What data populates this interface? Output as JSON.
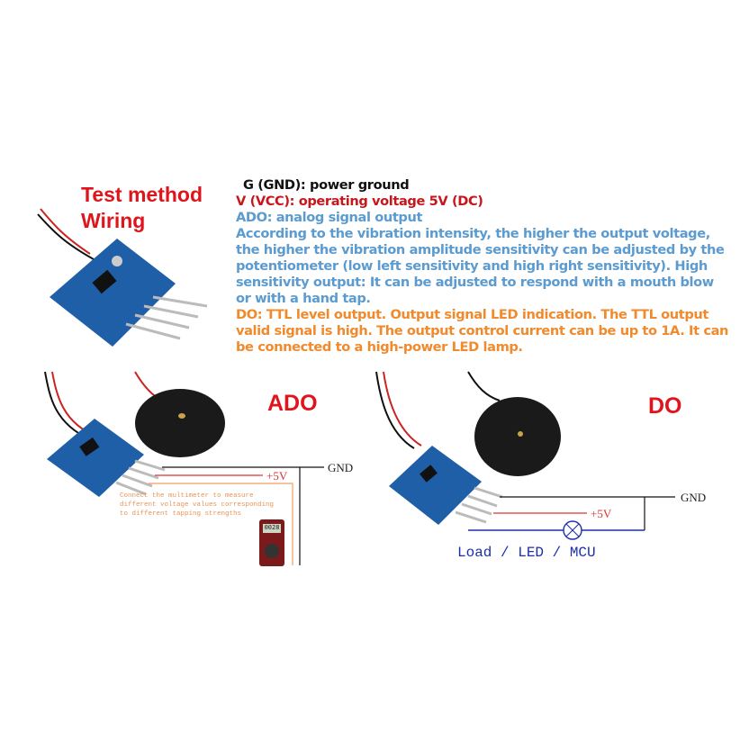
{
  "header": {
    "title_line1": "Test method",
    "title_line2": "Wiring"
  },
  "pins": {
    "gnd": "G (GND): power ground",
    "vcc": "V (VCC): operating voltage 5V (DC)",
    "ado_title": "ADO: analog signal output",
    "ado_desc": "According to the vibration intensity, the higher the output voltage, the higher the vibration amplitude sensitivity can be adjusted by the potentiometer (low left sensitivity and high right sensitivity). High sensitivity output: It can be adjusted to respond with a mouth blow or with a hand tap.",
    "do_desc": "DO: TTL level output. Output signal LED indication. The TTL output valid signal is high. The output control current can be up to 1A. It can be connected to a high-power LED lamp."
  },
  "ado_panel": {
    "label": "ADO",
    "gnd_label": "GND",
    "vcc_label": "+5V",
    "note": "Connect the multimeter to measure\ndifferent voltage values corresponding\nto different tapping strengths",
    "meter_reading": "0028"
  },
  "do_panel": {
    "label": "DO",
    "gnd_label": "GND",
    "vcc_label": "+5V",
    "load_label": "Load / LED / MCU"
  },
  "colors": {
    "red": "#e0141b",
    "blue": "#5b9bd0",
    "orange": "#f08a2c",
    "pcb": "#1f5fa8",
    "wire_blue": "#1d2fa8"
  }
}
